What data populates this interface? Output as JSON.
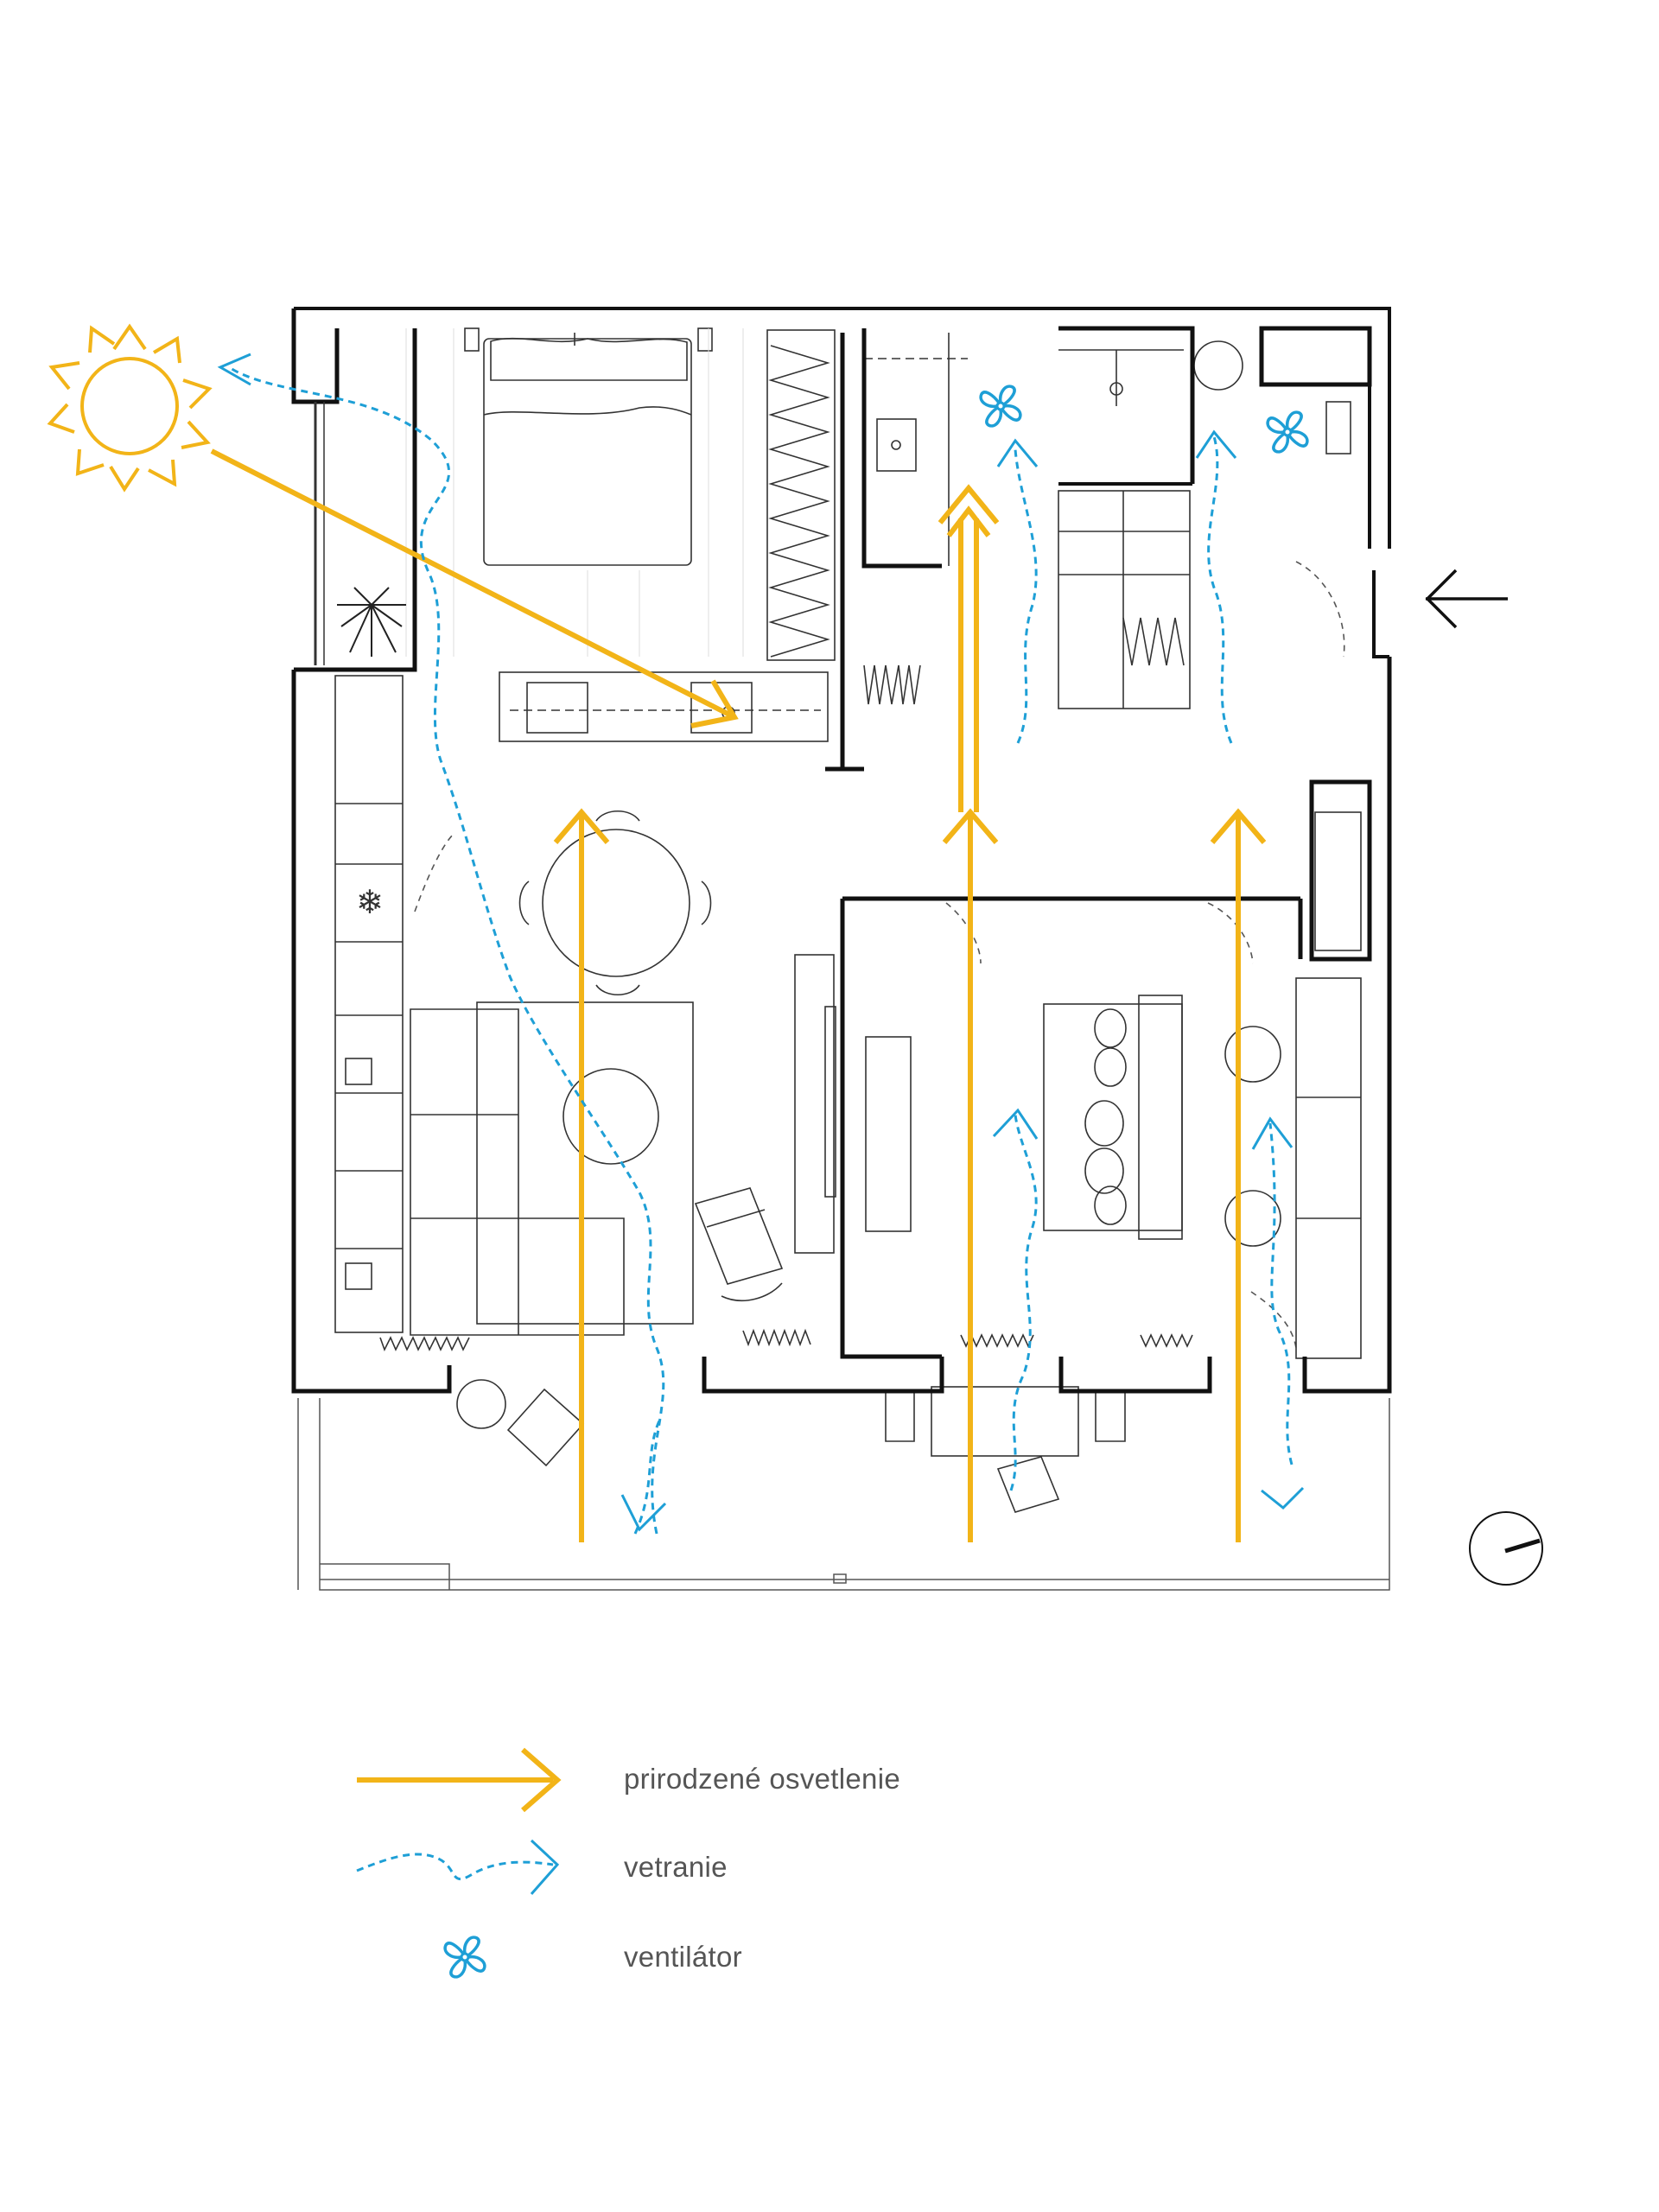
{
  "colors": {
    "daylight": "#F2B418",
    "ventilation": "#1E9FD6",
    "walls": "#111111",
    "furniture": "#333333",
    "background": "#ffffff"
  },
  "icons": {
    "sun": "sun-icon",
    "fan": "fan-icon",
    "entrance": "entrance-arrow-icon",
    "north": "north-arrow-icon"
  },
  "legend": {
    "items": [
      {
        "symbol": "solid-yellow-arrow",
        "label": "prirodzené osvetlenie"
      },
      {
        "symbol": "dashed-blue-arrow",
        "label": "vetranie"
      },
      {
        "symbol": "fan-icon",
        "label": "ventilátor"
      }
    ]
  }
}
